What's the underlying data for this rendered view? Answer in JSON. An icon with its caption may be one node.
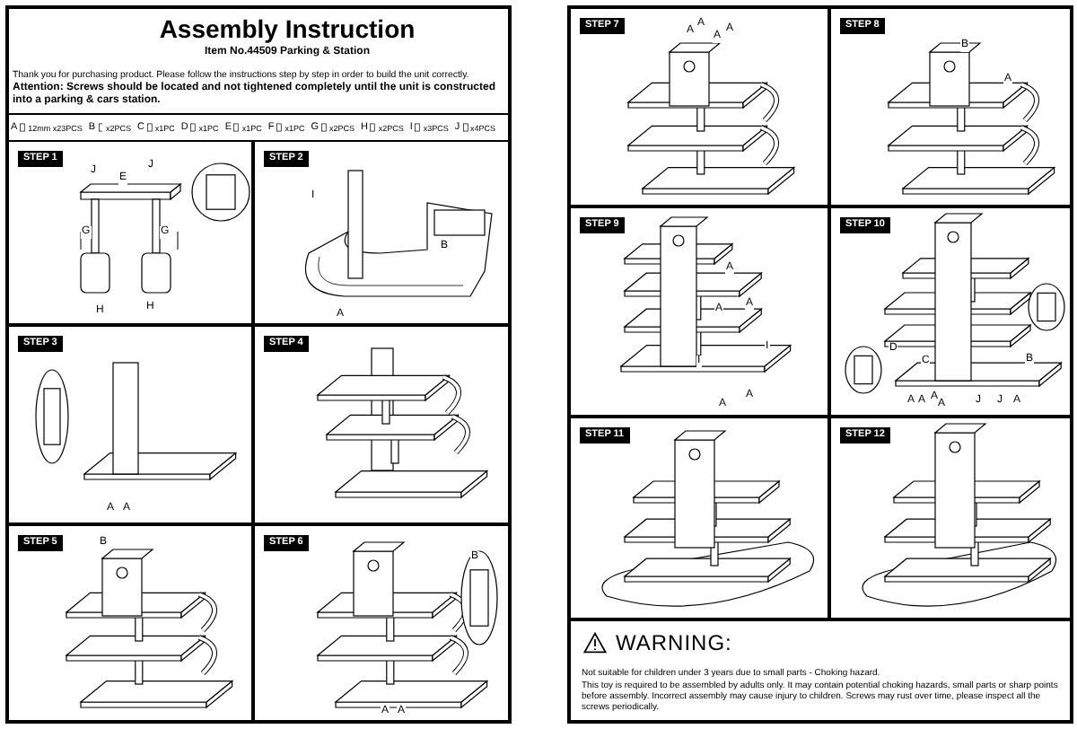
{
  "diagram": {
    "title": "Assembly Instruction",
    "nodes": [
      {
        "text": [
          "STEP 1",
          "J",
          "E",
          "J",
          "G",
          "G",
          "H",
          "H"
        ]
      },
      {
        "text": [
          "STEP 2",
          "I",
          "B",
          "A"
        ]
      },
      {
        "text": [
          "STEP 3",
          "A",
          "A"
        ]
      },
      {
        "text": [
          "STEP 4"
        ]
      },
      {
        "text": [
          "STEP 5",
          "B"
        ]
      },
      {
        "text": [
          "STEP 6",
          "B",
          "A",
          "A"
        ]
      },
      {
        "text": [
          "STEP 7",
          "A",
          "A",
          "A",
          "A"
        ]
      },
      {
        "text": [
          "STEP 8",
          "B",
          "A"
        ]
      },
      {
        "text": [
          "STEP 9",
          "A",
          "A",
          "A",
          "I",
          "I",
          "A",
          "A"
        ]
      },
      {
        "text": [
          "STEP 10",
          "D",
          "C",
          "B",
          "A",
          "A",
          "A",
          "A",
          "J",
          "J",
          "A"
        ]
      },
      {
        "text": [
          "STEP 11"
        ]
      },
      {
        "text": [
          "STEP 12"
        ]
      },
      {
        "text": [
          "WARNING:",
          "Not suitable for children under 3 years due to small parts - Choking hazard.",
          "This toy is required to be assembled by adults only. It may contain potential choking hazards, small parts or sharp points before assembly. Incorrect assembly may cause injury to children. Screws may rust over time, please inspect all the screws periodically."
        ]
      }
    ],
    "labels": [
      "Item No.44509 Parking & Station",
      "Thank you for purchasing product. Please follow the instructions step by step in order to build the unit correctly.",
      "Attention:  Screws should be located and not tightened completely until the unit is constructed into a parking & cars station.",
      "A",
      "12mm x23PCS",
      "B",
      "x2PCS",
      "C",
      "x1PC",
      "D",
      "x1PC",
      "E",
      "x1PC",
      "F",
      "x1PC",
      "G",
      "x2PCS",
      "H",
      "x2PCS",
      "I",
      "x3PCS",
      "J",
      "x4PCS"
    ]
  }
}
